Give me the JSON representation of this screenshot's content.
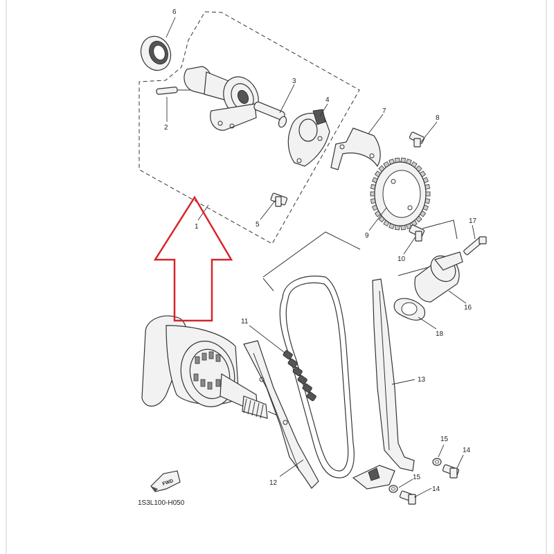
{
  "diagram": {
    "part_labels": [
      "1",
      "2",
      "3",
      "4",
      "5",
      "6",
      "7",
      "8",
      "9",
      "10",
      "11",
      "12",
      "13",
      "14",
      "14",
      "15",
      "15",
      "16",
      "17",
      "18"
    ],
    "fwd_label": "FWD",
    "drawing_code": "1S3L100-H050",
    "arrow_color": "#d8232a",
    "line_color": "#333333",
    "background": "#ffffff"
  }
}
